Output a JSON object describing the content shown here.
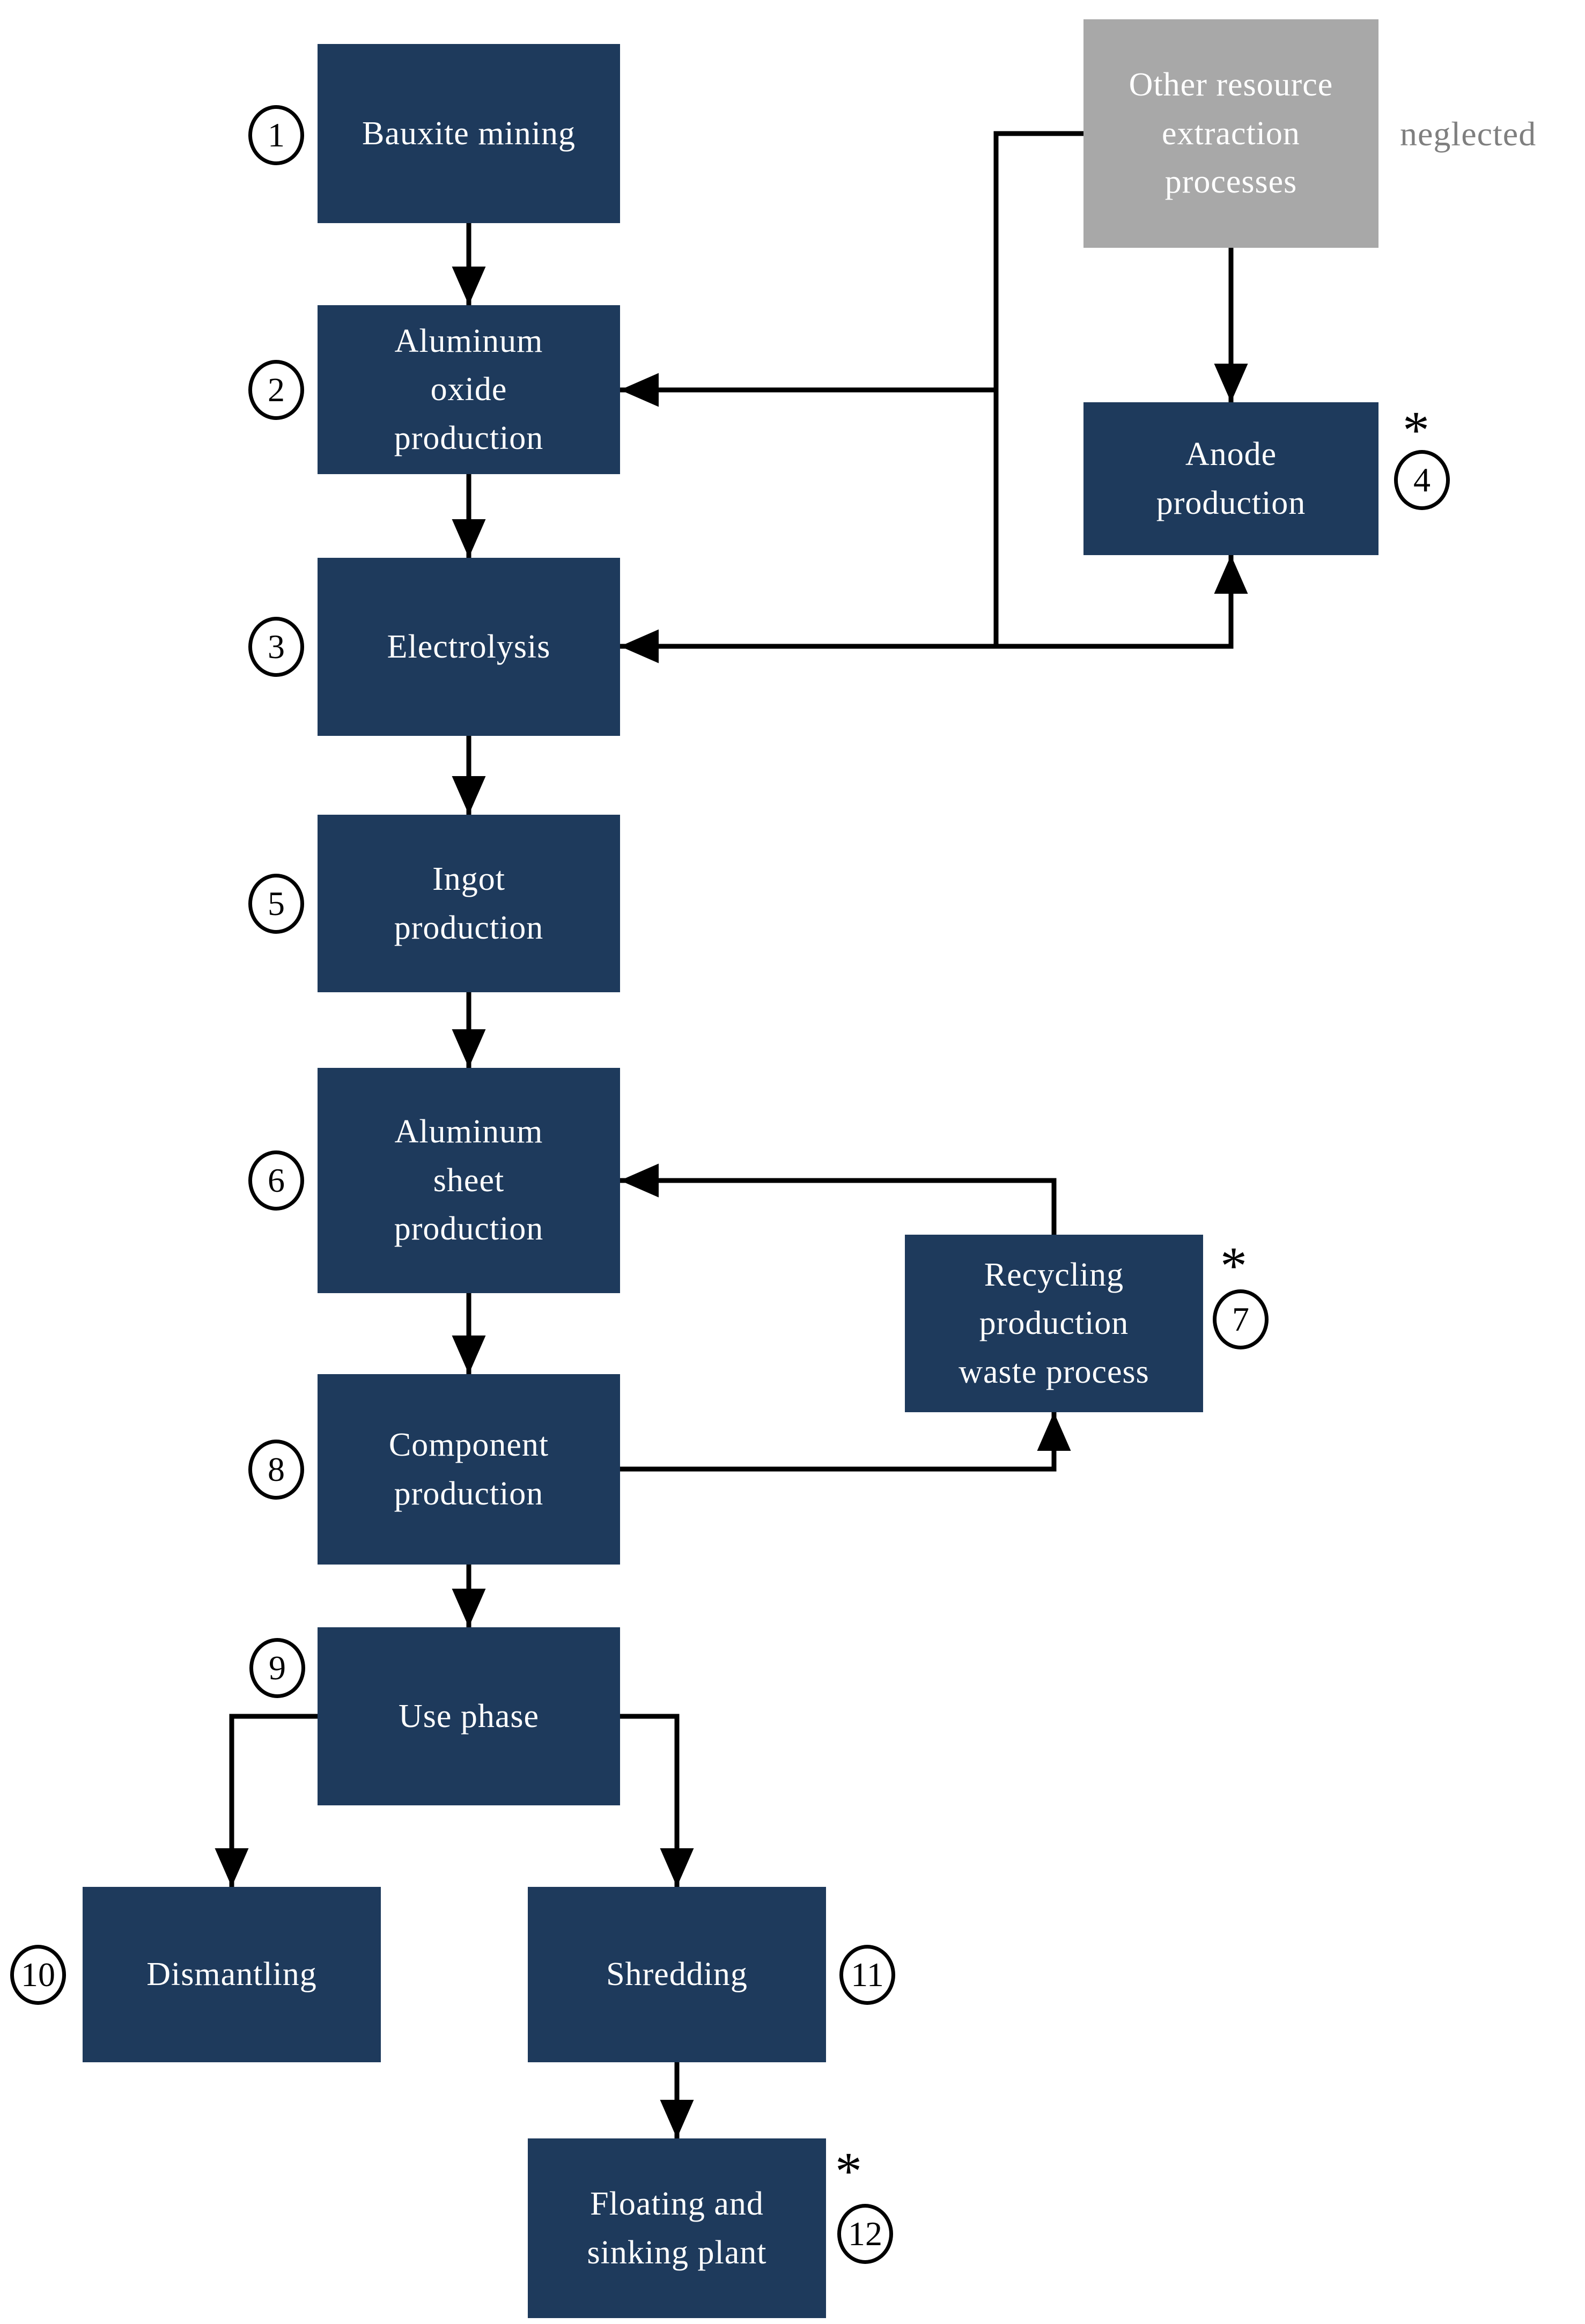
{
  "figure": {
    "colors": {
      "page_bg": "#ffffff",
      "node_fill": "#1e3a5c",
      "node_text": "#ffffff",
      "neglected_fill": "#a8a8a8",
      "neglected_text": "#7f7f7f",
      "line": "#000000",
      "circle_border": "#000000",
      "number_text": "#000000"
    },
    "nodes": {
      "bauxite": {
        "label": [
          "Bauxite mining"
        ],
        "number": "1"
      },
      "aluminum_oxide": {
        "label": [
          "Aluminum",
          "oxide",
          "production"
        ],
        "number": "2"
      },
      "electrolysis": {
        "label": [
          "Electrolysis"
        ],
        "number": "3"
      },
      "anode": {
        "label": [
          "Anode",
          "production"
        ],
        "number": "4",
        "asterisk": "*"
      },
      "ingot": {
        "label": [
          "Ingot",
          "production"
        ],
        "number": "5"
      },
      "aluminum_sheet": {
        "label": [
          "Aluminum",
          "sheet",
          "production"
        ],
        "number": "6"
      },
      "recycling": {
        "label": [
          "Recycling",
          "production",
          "waste process"
        ],
        "number": "7",
        "asterisk": "*"
      },
      "component": {
        "label": [
          "Component",
          "production"
        ],
        "number": "8"
      },
      "use_phase": {
        "label": [
          "Use phase"
        ],
        "number": "9"
      },
      "dismantling": {
        "label": [
          "Dismantling"
        ],
        "number": "10"
      },
      "shredding": {
        "label": [
          "Shredding"
        ],
        "number": "11"
      },
      "floating_sinking": {
        "label": [
          "Floating and",
          "sinking plant"
        ],
        "number": "12",
        "asterisk": "*"
      },
      "other_resources": {
        "label": [
          "Other resource",
          "extraction",
          "processes"
        ]
      }
    },
    "annotations": {
      "neglected": "neglected"
    }
  }
}
